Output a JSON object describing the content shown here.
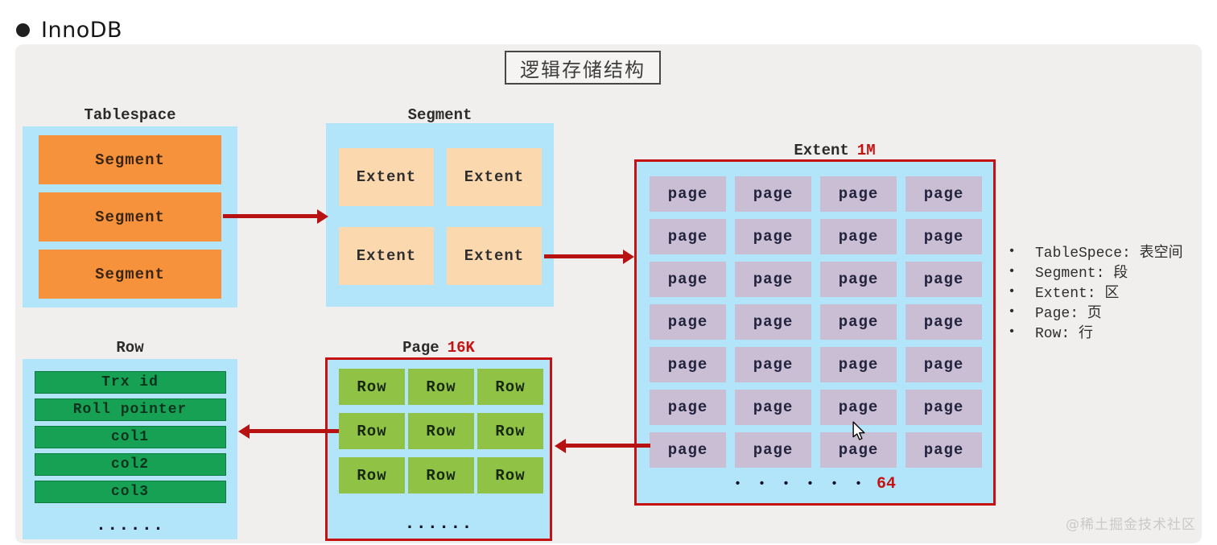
{
  "header": {
    "title": "InnoDB"
  },
  "diagram": {
    "heading": "逻辑存储结构",
    "tablespace": {
      "label": "Tablespace",
      "segments": [
        "Segment",
        "Segment",
        "Segment"
      ]
    },
    "segment": {
      "label": "Segment",
      "extents": [
        "Extent",
        "Extent",
        "Extent",
        "Extent"
      ]
    },
    "extent": {
      "label": "Extent",
      "size": "1M",
      "page_label": "page",
      "page_count_visible": 28,
      "dots": "• • • • • •",
      "total": "64"
    },
    "page": {
      "label": "Page",
      "size": "16K",
      "row_label": "Row",
      "row_count_visible": 9,
      "dots": "......"
    },
    "row": {
      "label": "Row",
      "fields": [
        "Trx id",
        "Roll pointer",
        "col1",
        "col2",
        "col3"
      ],
      "dots": "......"
    },
    "legend": {
      "bullet": "•",
      "items": [
        "TableSpece: 表空间",
        "Segment: 段",
        "Extent: 区",
        "Page: 页",
        "Row: 行"
      ]
    }
  },
  "watermark": "@稀土掘金技术社区",
  "colors": {
    "panel_bg": "#f0efed",
    "container_blue": "#b2e5f9",
    "segment_orange": "#f6923c",
    "extent_peach": "#fcd8ae",
    "page_lavender": "#c9bed3",
    "row_green_dark": "#17a155",
    "row_green_light": "#90c345",
    "arrow_red": "#b81111",
    "accent_red": "#c31414"
  }
}
